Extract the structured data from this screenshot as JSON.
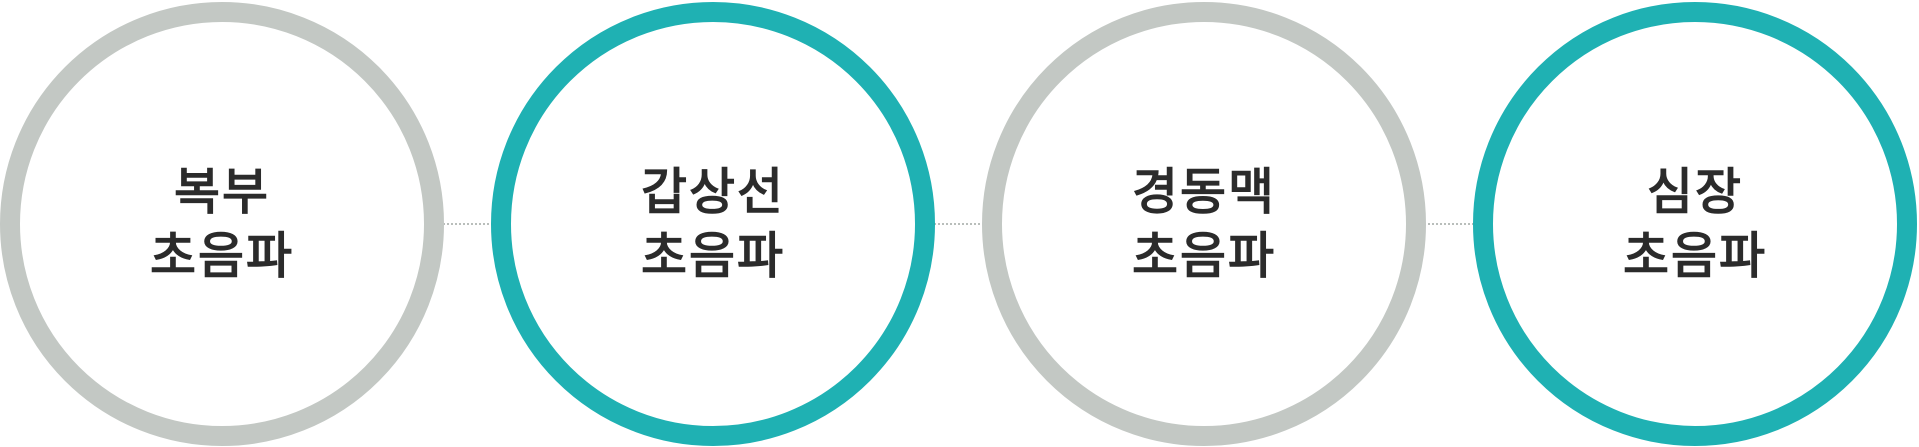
{
  "steps": [
    {
      "line1": "복부",
      "line2": "초음파",
      "ring_color": "#c3c8c4"
    },
    {
      "line1": "갑상선",
      "line2": "초음파",
      "ring_color": "#1fb1b3"
    },
    {
      "line1": "경동맥",
      "line2": "초음파",
      "ring_color": "#c3c8c4"
    },
    {
      "line1": "심장",
      "line2": "초음파",
      "ring_color": "#1fb1b3"
    }
  ],
  "connector_color": "#b9bebb"
}
